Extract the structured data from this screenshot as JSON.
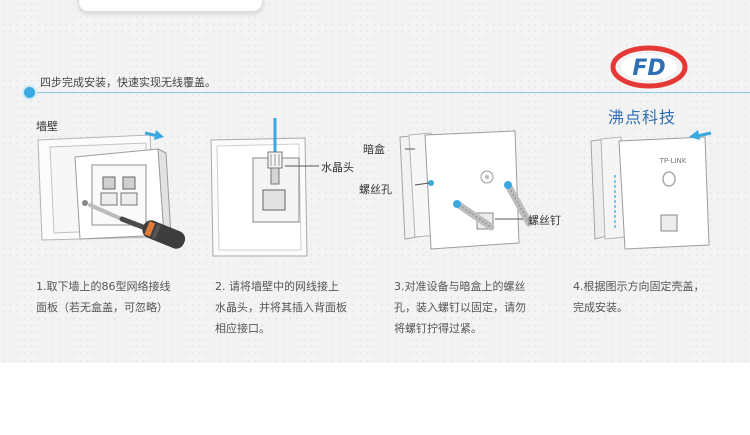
{
  "intro": "四步完成安装，快速实现无线覆盖。",
  "brand": {
    "logo_text": "FD",
    "name": "沸点科技",
    "colors": {
      "red": "#e53935",
      "blue": "#2f6fb3"
    }
  },
  "steps": [
    {
      "callouts": {
        "wall": "墙壁"
      },
      "caption": [
        "1.取下墙上的86型网络接线",
        "面板（若无盒盖，可忽略）"
      ]
    },
    {
      "callouts": {
        "crystal": "水晶头"
      },
      "caption": [
        "2. 请将墙壁中的网线接上",
        "水晶头，并将其插入背面板",
        "相应接口。"
      ]
    },
    {
      "callouts": {
        "box": "暗盒",
        "hole": "螺丝孔",
        "screw": "螺丝钉"
      },
      "caption": [
        "3.对准设备与暗盒上的螺丝",
        "孔，装入螺钉以固定，请勿",
        "将螺钉拧得过紧。"
      ]
    },
    {
      "callouts": {
        "device_brand": "TP-LINK"
      },
      "caption": [
        "4.根据图示方向固定壳盖，",
        "完成安装。"
      ]
    }
  ],
  "accent_color": "#39a9e0"
}
